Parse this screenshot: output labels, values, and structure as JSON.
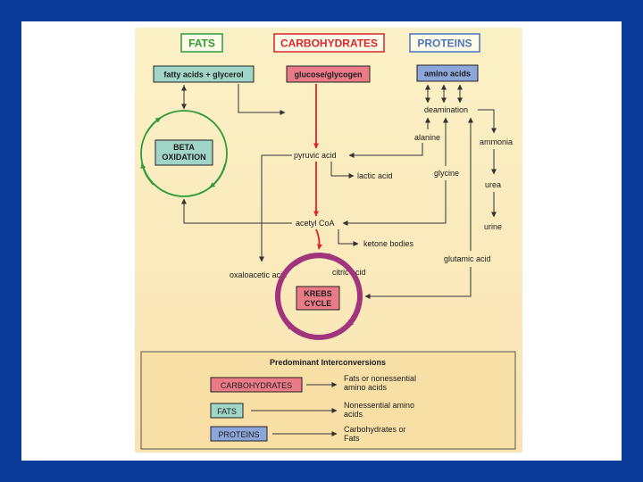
{
  "headers": {
    "fats": "FATS",
    "carbohydrates": "CARBOHYDRATES",
    "proteins": "PROTEINS"
  },
  "boxes": {
    "fatty_acids": "fatty acids + glycerol",
    "glucose": "glucose/glycogen",
    "amino_acids": "amino acids",
    "beta_line1": "BETA",
    "beta_line2": "OXIDATION",
    "krebs_line1": "KREBS",
    "krebs_line2": "CYCLE"
  },
  "labels": {
    "deamination": "deamination",
    "alanine": "alanine",
    "ammonia": "ammonia",
    "pyruvic": "pyruvic acid",
    "lactic": "lactic acid",
    "glycine": "glycine",
    "urea": "urea",
    "urine": "urine",
    "acetyl": "acetyl CoA",
    "ketone": "ketone bodies",
    "glutamic": "glutamic acid",
    "oxaloacetic": "oxaloacetic acid",
    "citric": "citric acid"
  },
  "legend": {
    "title": "Predominant Interconversions",
    "rows": [
      {
        "key": "CARBOHYDRATES",
        "line1": "Fats or nonessential",
        "line2": "amino acids",
        "color": "#e97b86"
      },
      {
        "key": "FATS",
        "line1": "Nonessential amino",
        "line2": "acids",
        "color": "#9fd6c8"
      },
      {
        "key": "PROTEINS",
        "line1": "Carbohydrates or",
        "line2": "Fats",
        "color": "#8da6d9"
      }
    ]
  },
  "colors": {
    "fats": "#2f9a3a",
    "carbohydrates": "#d8262c",
    "proteins": "#4a76b8",
    "krebs_ring": "#a0357d",
    "arrow": "#333333"
  }
}
